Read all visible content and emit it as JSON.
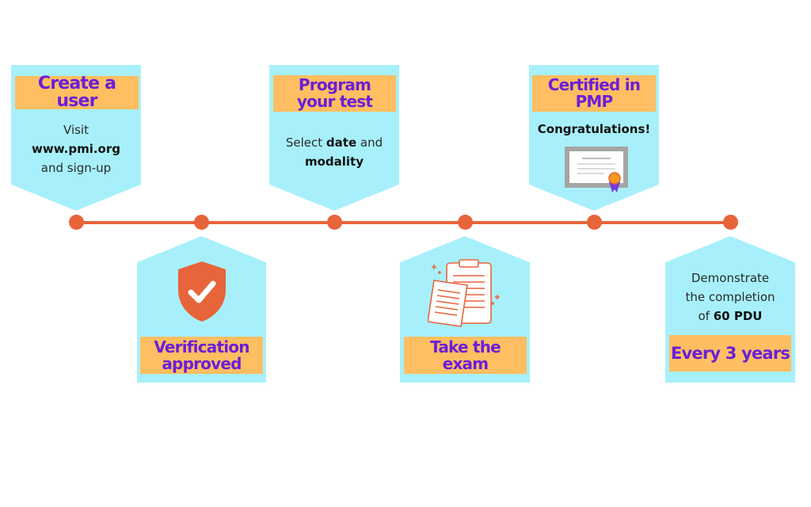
{
  "steps": {
    "create_user": {
      "title": "Create a user",
      "line1": "Visit",
      "url": "www.pmi.org",
      "line3": "and sign-up"
    },
    "verification": {
      "title": "Verification approved"
    },
    "program_test": {
      "title_line1": "Program",
      "title_line2": "your test",
      "select": "Select",
      "date": "date",
      "and": "and",
      "modality": "modality"
    },
    "take_exam": {
      "title_line1": "Take the",
      "title_line2": "exam"
    },
    "certified": {
      "title_line1": "Certified in",
      "title_line2": "PMP",
      "congrats": "Congratulations!"
    },
    "renewal": {
      "line1": "Demonstrate",
      "line2": "the completion",
      "of": "of",
      "pdu": "60 PDU",
      "title": "Every 3 years"
    }
  },
  "colors": {
    "card": "#a7f0fb",
    "title_bg": "#ffbe61",
    "title_text": "#6b1fd8",
    "timeline": "#e8643a"
  }
}
